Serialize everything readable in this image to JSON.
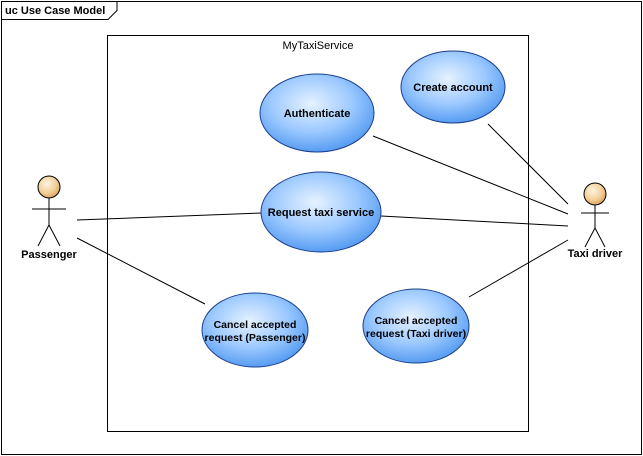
{
  "frame": {
    "label": "uc Use Case Model"
  },
  "system": {
    "name": "MyTaxiService"
  },
  "actors": {
    "passenger": {
      "name": "Passenger"
    },
    "taxi_driver": {
      "name": "Taxi driver"
    }
  },
  "use_cases": {
    "authenticate": {
      "label": "Authenticate"
    },
    "create_account": {
      "label": "Create account"
    },
    "request_taxi": {
      "label": "Request taxi service"
    },
    "cancel_passenger": {
      "line1": "Cancel accepted",
      "line2": "request (Passenger)"
    },
    "cancel_driver": {
      "line1": "Cancel accepted",
      "line2": "request (Taxi driver)"
    }
  },
  "colors": {
    "usecase_fill_light": "#cfe6ff",
    "usecase_fill_dark": "#5aa2f5",
    "usecase_stroke": "#1c3f8c",
    "actor_head_light": "#fff1d8",
    "actor_head_dark": "#e2b06b"
  }
}
